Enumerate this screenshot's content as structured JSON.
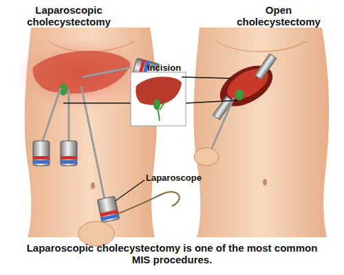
{
  "diagram": {
    "caption": "Laparoscopic cholecystectomy is one of the most common MIS procedures.",
    "labels": [
      "Laparoscopic cholecystectomy",
      "Open cholecystectomy",
      "Incision",
      "Laparoscope"
    ]
  }
}
